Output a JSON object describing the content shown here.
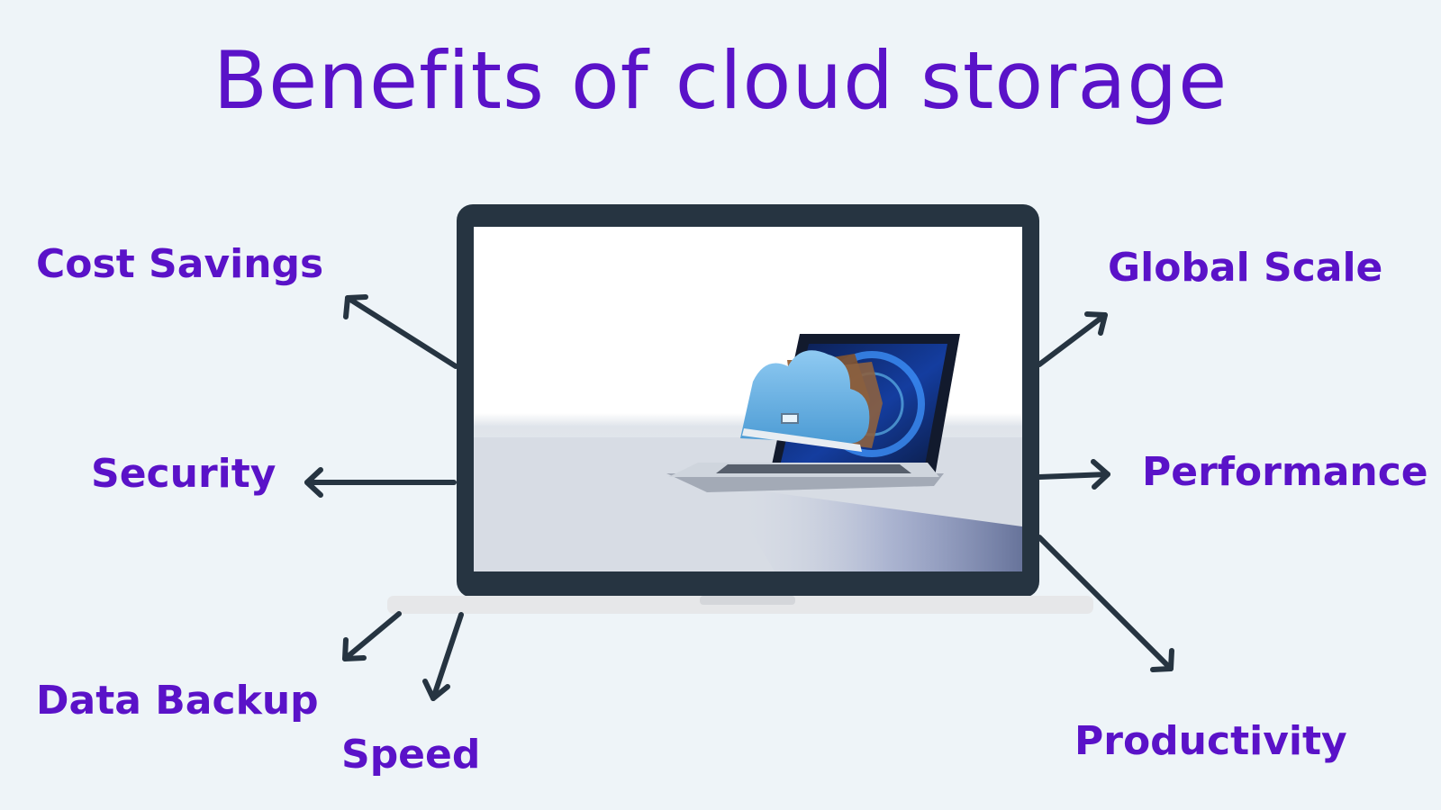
{
  "title": "Benefits of cloud storage",
  "benefits": {
    "cost_savings": "Cost Savings",
    "security": "Security",
    "data_backup": "Data Backup",
    "speed": "Speed",
    "global_scale": "Global Scale",
    "performance": "Performance",
    "productivity": "Productivity"
  },
  "colors": {
    "background": "#eef4f8",
    "accent": "#5a12c8",
    "laptop_frame": "#263441",
    "arrow": "#263441"
  },
  "icons": [
    "laptop-icon",
    "cloud-icon",
    "folder-icon",
    "arrow-icon"
  ]
}
